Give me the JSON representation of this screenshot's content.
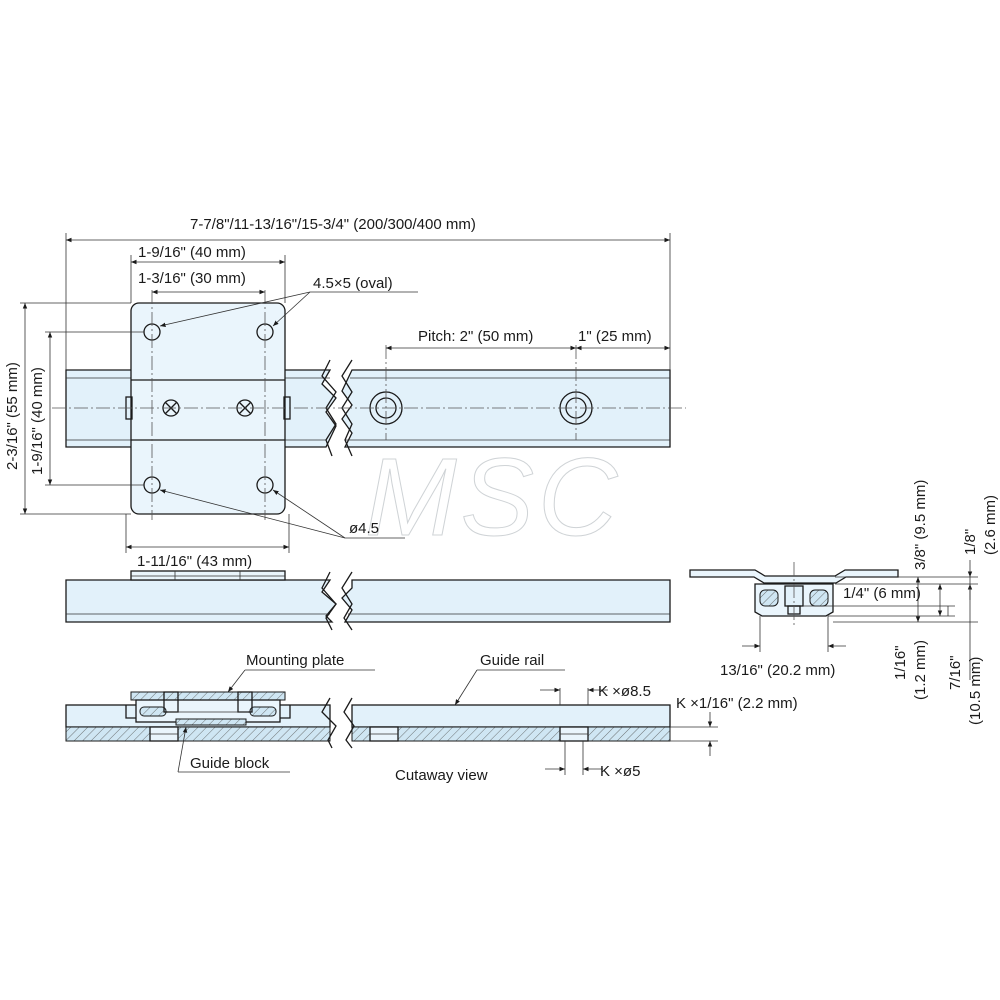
{
  "top_view": {
    "overall_length": "7-7/8\"/11-13/16\"/15-3/4\" (200/300/400 mm)",
    "plate_hole_span_outer": "1-9/16\" (40 mm)",
    "plate_hole_span_inner": "1-3/16\" (30 mm)",
    "oval_hole": "4.5×5 (oval)",
    "pitch": "Pitch: 2\" (50 mm)",
    "end_offset": "1\" (25 mm)",
    "plate_height_outer": "2-3/16\" (55 mm)",
    "plate_height_inner": "1-9/16\" (40 mm)",
    "round_hole": "ø4.5",
    "plate_width": "1-11/16\" (43 mm)"
  },
  "end_view": {
    "height_total": "3/8\" (9.5 mm)",
    "plate_thickness": "1/8\"",
    "plate_thickness_mm": "(2.6 mm)",
    "rail_width": "1/4\" (6 mm)",
    "bottom_gap": "1/16\"",
    "bottom_gap_mm": "(1.2 mm)",
    "rail_height": "7/16\"",
    "rail_height_mm": "(10.5 mm)",
    "block_width": "13/16\" (20.2 mm)"
  },
  "cutaway_view": {
    "mounting_plate": "Mounting plate",
    "guide_rail": "Guide rail",
    "guide_block": "Guide block",
    "caption": "Cutaway view",
    "counterbore": "K ×ø8.5",
    "counterbore_depth": "K ×1/16\" (2.2 mm)",
    "through_hole": "K ×ø5"
  },
  "watermark": "MSC",
  "colors": {
    "part_fill": "#e2f1fa",
    "line": "#1a1a1a"
  }
}
